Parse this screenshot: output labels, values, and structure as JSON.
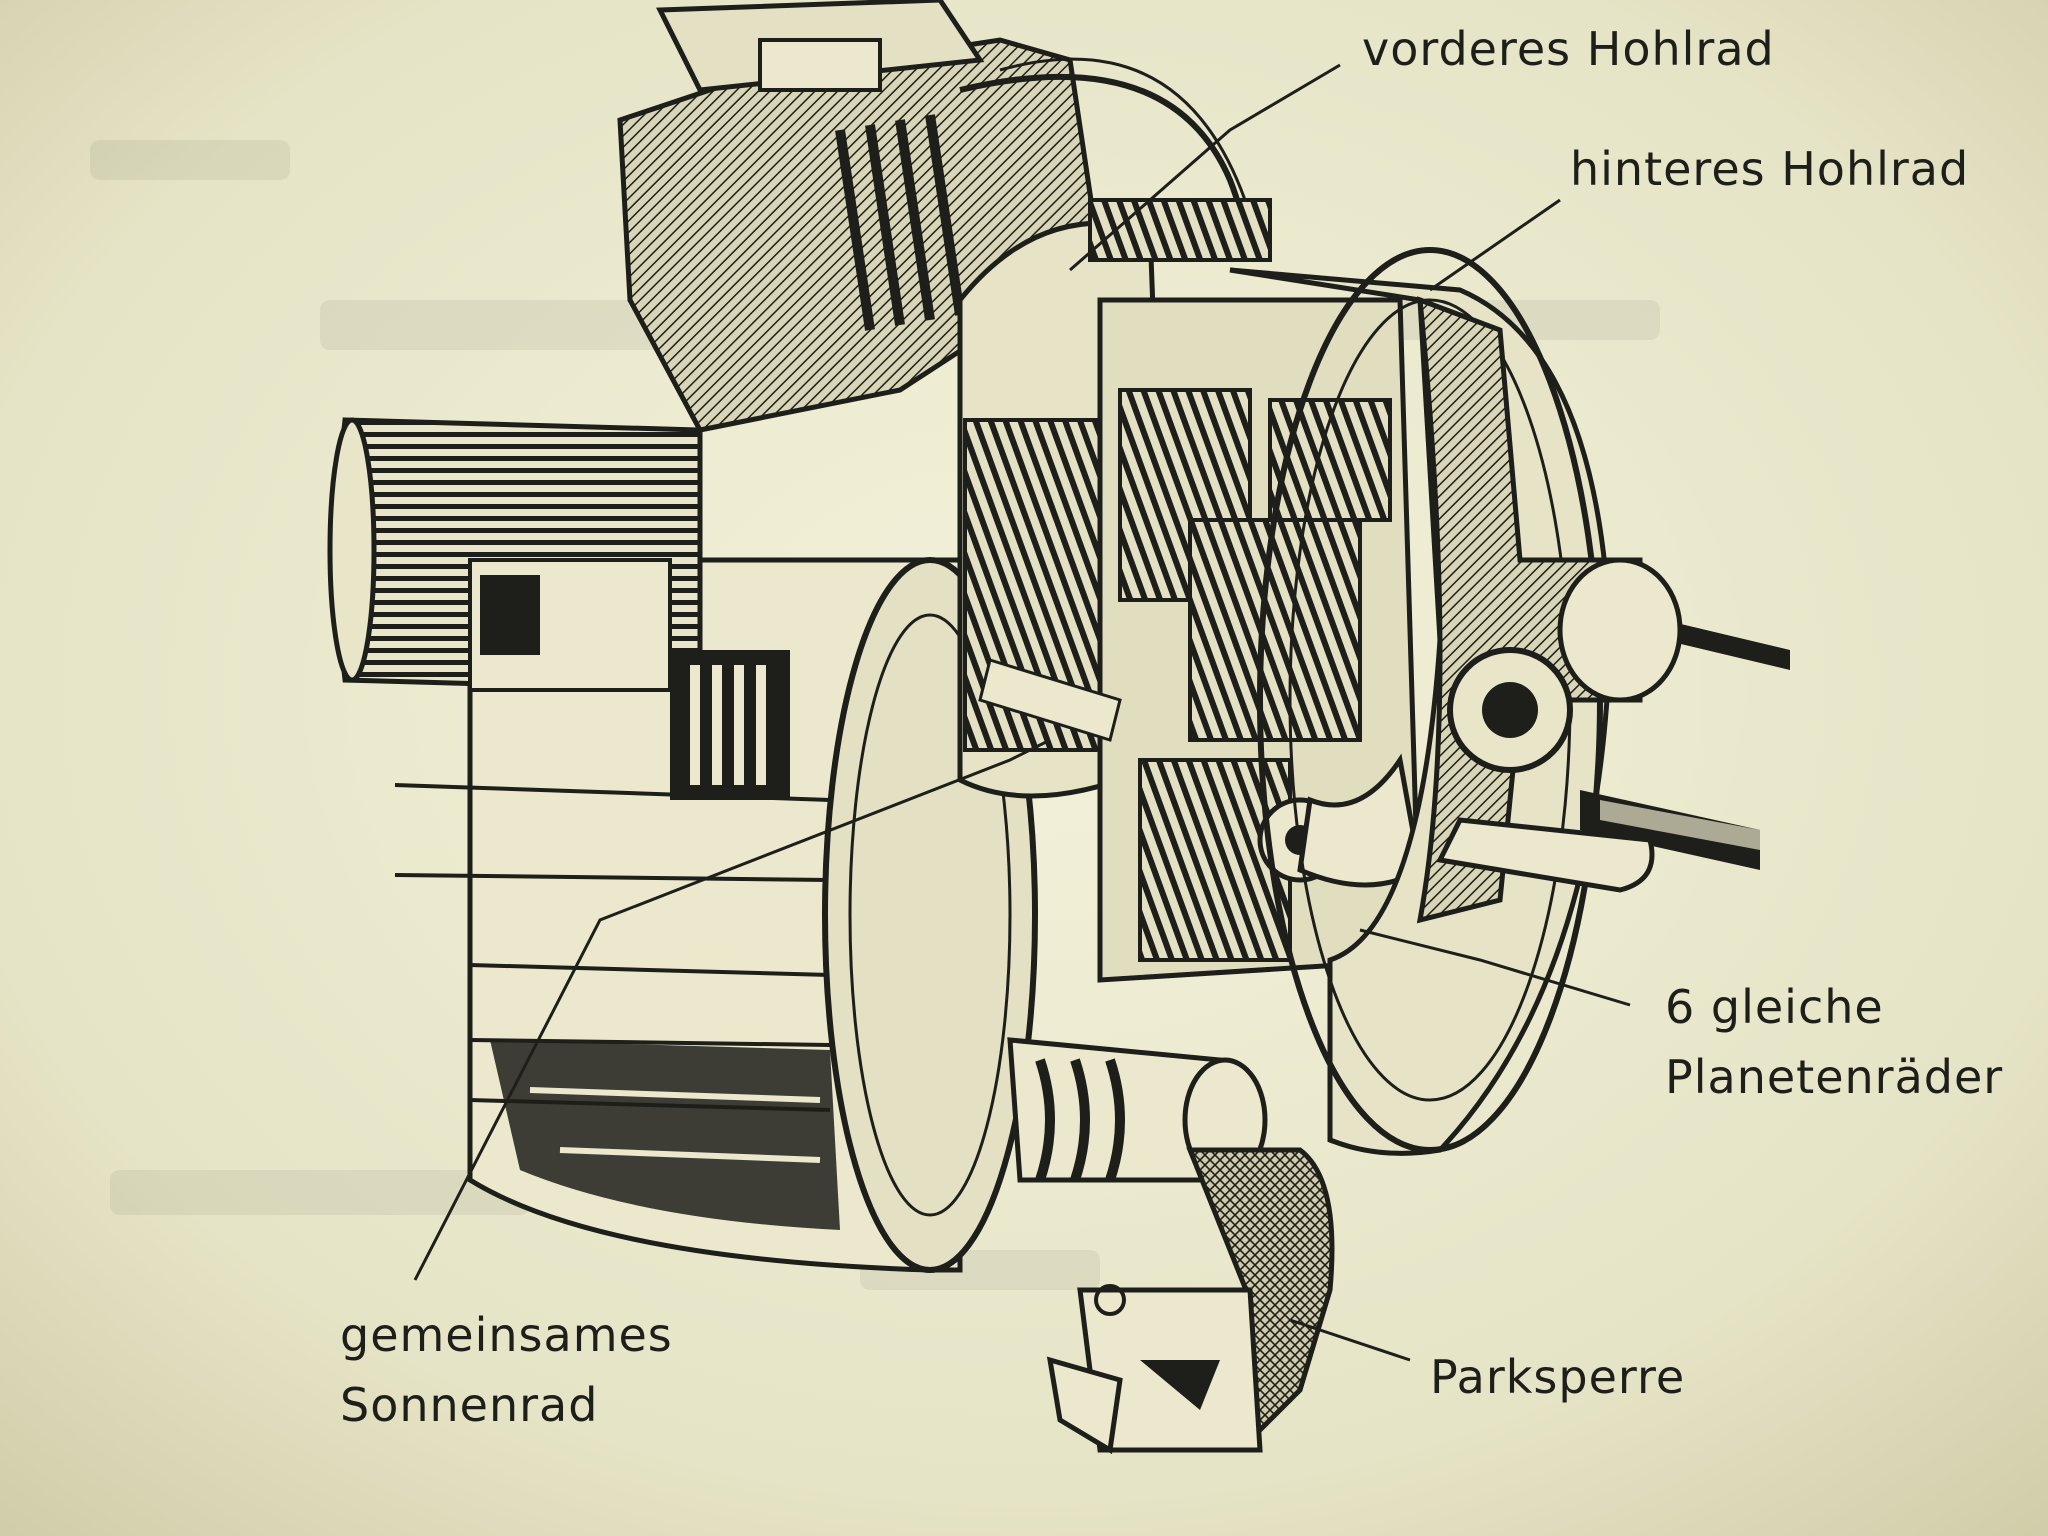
{
  "labels": {
    "front_ring_gear": "vorderes Hohlrad",
    "rear_ring_gear": "hinteres Hohlrad",
    "planet_gears_line1": "6 gleiche",
    "planet_gears_line2": "Planetenräder",
    "sun_gear_line1": "gemeinsames",
    "sun_gear_line2": "Sonnenrad",
    "parking_lock": "Parksperre"
  },
  "colors": {
    "paper": "#e9e7cc",
    "ink": "#1e1e1a"
  }
}
